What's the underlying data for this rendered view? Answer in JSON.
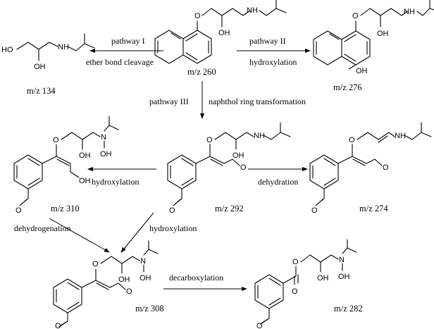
{
  "atoms": {
    "o": "O",
    "oh": "OH",
    "nh": "NH",
    "n": "N",
    "ho": "HO"
  },
  "compounds": {
    "c260": "m/z 260",
    "c134": "m/z 134",
    "c276": "m/z 276",
    "c292": "m/z 292",
    "c310": "m/z 310",
    "c274": "m/z 274",
    "c308": "m/z 308",
    "c282": "m/z 282"
  },
  "pathways": {
    "p1_name": "pathway I",
    "p1_desc": "ether bond cleavage",
    "p2_name": "pathway II",
    "p2_desc": "hydroxylation",
    "p3_name": "pathway III",
    "p3_desc": "naphthol ring transformation"
  },
  "reactions": {
    "r292_310": "hydroxylation",
    "r292_274": "dehydration",
    "r310_308": "dehydrogenation",
    "r292_308": "hydroxylation",
    "r308_282": "decarboxylation"
  }
}
